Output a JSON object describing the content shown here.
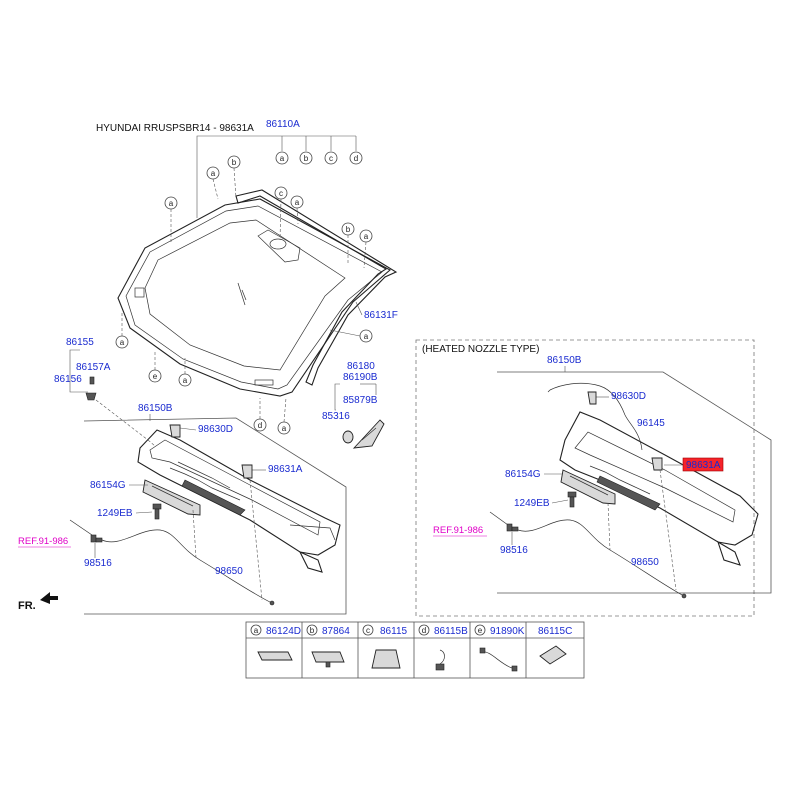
{
  "header": {
    "title": "HYUNDAI RRUSPSBR14 - 98631A"
  },
  "windshield": {
    "main_part": "86110A",
    "moulding": "86131F",
    "sub_callouts": [
      "a",
      "b",
      "c",
      "d"
    ]
  },
  "left_group": {
    "p86155": "86155",
    "p86157A": "86157A",
    "p86156": "86156",
    "p86150B": "86150B",
    "p98630D": "98630D",
    "p98631A": "98631A",
    "p86154G": "86154G",
    "p1249EB": "1249EB",
    "ref": "REF.91-986",
    "p98516": "98516",
    "p98650": "98650"
  },
  "bracket": {
    "p86180": "86180",
    "p86190B": "86190B",
    "p85879B": "85879B",
    "p85316": "85316"
  },
  "heated": {
    "title": "(HEATED NOZZLE TYPE)",
    "p86150B": "86150B",
    "p98630D": "98630D",
    "p96145": "96145",
    "p98631A": "98631A",
    "p86154G": "86154G",
    "p1249EB": "1249EB",
    "ref": "REF.91-986",
    "p98516": "98516",
    "p98650": "98650"
  },
  "front_marker": "FR.",
  "legend": [
    {
      "letter": "a",
      "part": "86124D"
    },
    {
      "letter": "b",
      "part": "87864"
    },
    {
      "letter": "",
      "part": "86115"
    },
    {
      "letter": "d",
      "part": "86115B"
    },
    {
      "letter": "e",
      "part": "91890K"
    },
    {
      "letter": "",
      "part": "86115C"
    }
  ],
  "colors": {
    "label": "#1a2bd0",
    "ref": "#e000c8",
    "highlight": "#f5232a"
  }
}
